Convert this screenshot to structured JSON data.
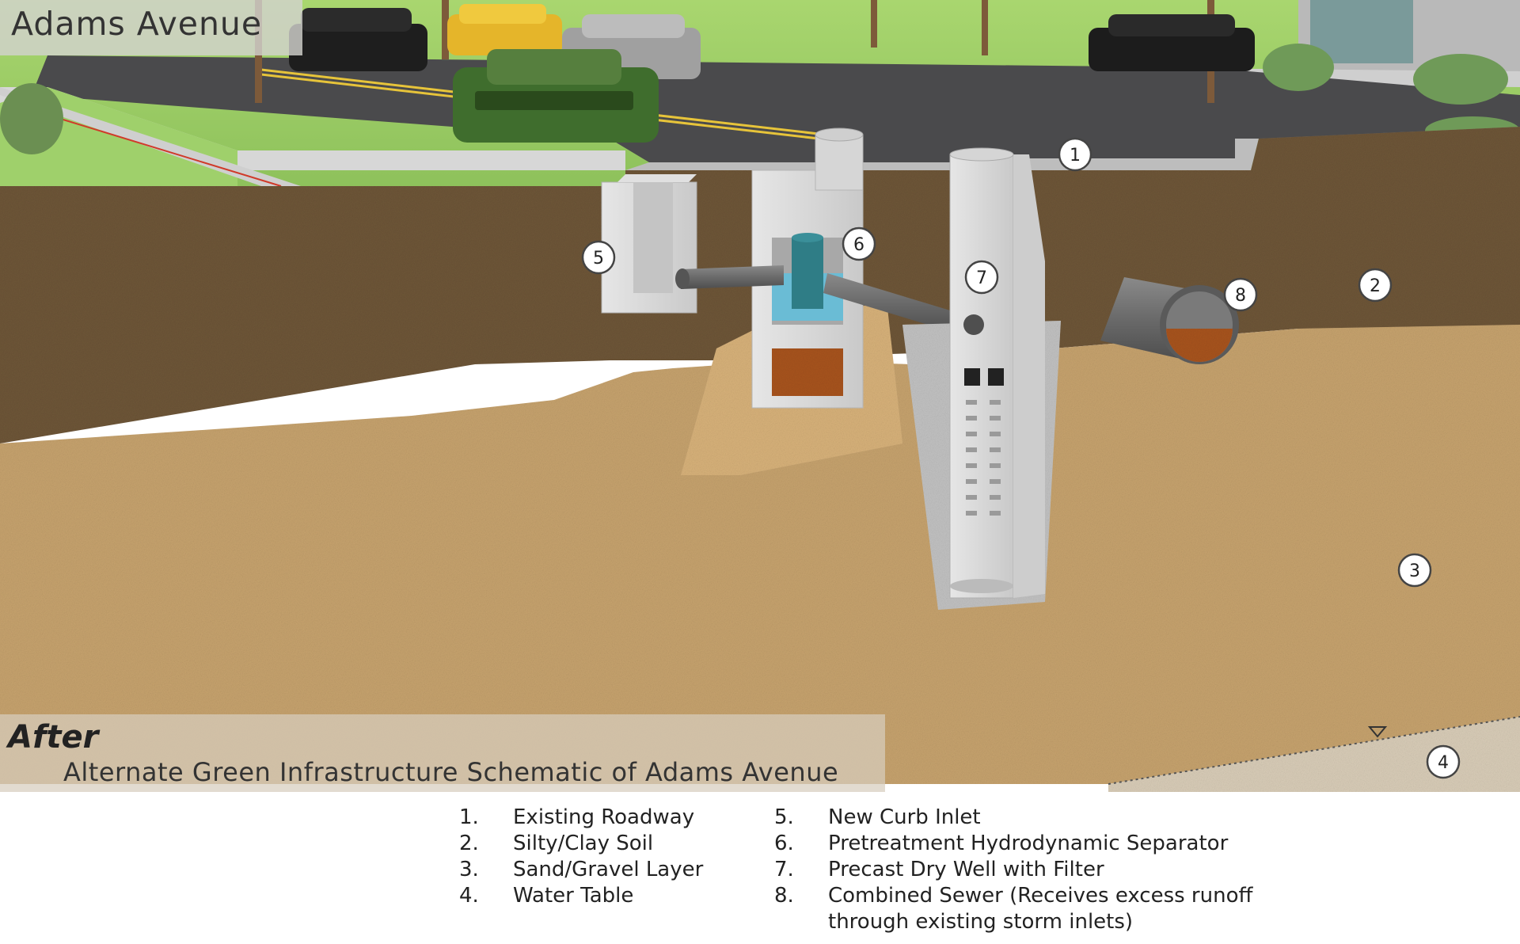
{
  "scene_title": "Adams Avenue",
  "caption": {
    "label": "After",
    "subtitle": "Alternate Green Infrastructure Schematic of Adams Avenue"
  },
  "markers": [
    "1",
    "2",
    "3",
    "4",
    "5",
    "6",
    "7",
    "8"
  ],
  "legend": [
    {
      "num": "1.",
      "label": "Existing Roadway"
    },
    {
      "num": "2.",
      "label": "Silty/Clay Soil"
    },
    {
      "num": "3.",
      "label": "Sand/Gravel Layer"
    },
    {
      "num": "4.",
      "label": "Water Table"
    },
    {
      "num": "5.",
      "label": "New Curb Inlet"
    },
    {
      "num": "6.",
      "label": "Pretreatment Hydrodynamic Separator"
    },
    {
      "num": "7.",
      "label": "Precast Dry Well with Filter"
    },
    {
      "num": "8.",
      "label": "Combined Sewer (Receives excess runoff through existing storm inlets)"
    }
  ],
  "colors": {
    "sky_grass": "#9fcf6a",
    "road": "#4a4a4c",
    "clay_soil": "#6e5638",
    "sand_gravel": "#c7a36e",
    "water_table": "#d9cdb8",
    "concrete": "#dcdcdc",
    "water": "#5fc0dd",
    "filter_media": "#a8541f"
  }
}
